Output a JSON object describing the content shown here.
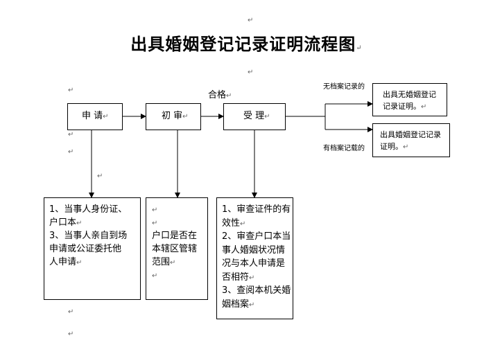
{
  "title": "出具婚姻登记记录证明流程图",
  "paragraph_mark": "↵",
  "pass_label": "合格",
  "steps": {
    "apply": "申  请",
    "review": "初  审",
    "accept": "受  理"
  },
  "branches": {
    "no_record_label": "无档案记录的",
    "no_record_box": [
      "出具无婚姻登记",
      "记录证明。"
    ],
    "has_record_label": "有档案记载的",
    "has_record_box": [
      "出具婚姻登记记录",
      "证明。"
    ]
  },
  "details": {
    "apply": [
      "1、当事人身份证、",
      "户口本",
      "3、当事人亲自到场",
      "申请或公证委托他",
      "人申请"
    ],
    "review": [
      "户口是否在",
      "本辖区管辖",
      "范围"
    ],
    "accept": [
      "1、审查证件的有",
      "效性",
      "2、审查户口本当",
      "事人婚姻状况情",
      "况与本人申请是",
      "否相符",
      "3、查阅本机关婚",
      "姻档案"
    ]
  }
}
